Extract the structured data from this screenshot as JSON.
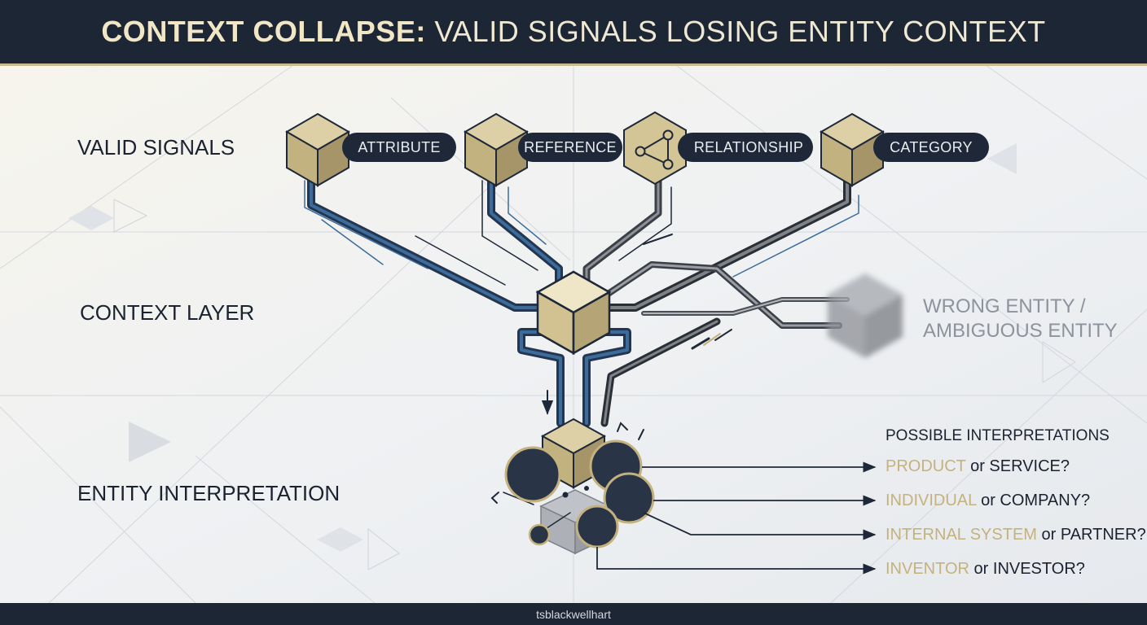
{
  "header": {
    "title_strong": "CONTEXT COLLAPSE:",
    "title_rest": " VALID SIGNALS LOSING ENTITY CONTEXT"
  },
  "rows": {
    "valid_signals": "VALID SIGNALS",
    "context_layer": "CONTEXT LAYER",
    "entity_interpretation": "ENTITY INTERPRETATION"
  },
  "signals": [
    {
      "label": "ATTRIBUTE",
      "icon": "cube-icon"
    },
    {
      "label": "REFERENCE",
      "icon": "cube-icon"
    },
    {
      "label": "RELATIONSHIP",
      "icon": "network-icon"
    },
    {
      "label": "CATEGORY",
      "icon": "cube-icon"
    }
  ],
  "wrong_entity": {
    "line1": "WRONG ENTITY /",
    "line2": "AMBIGUOUS ENTITY"
  },
  "interpretations": {
    "title": "POSSIBLE INTERPRETATIONS",
    "items": [
      {
        "first": "PRODUCT",
        "rest": " or SERVICE?"
      },
      {
        "first": "INDIVIDUAL",
        "rest": " or COMPANY?"
      },
      {
        "first": "INTERNAL SYSTEM",
        "rest": " or PARTNER?"
      },
      {
        "first": "INVENTOR",
        "rest": " or INVESTOR?"
      }
    ]
  },
  "footer": {
    "credit": "tsblackwellhart"
  },
  "colors": {
    "navy": "#1e2838",
    "gold": "#c4b27e",
    "cube_light": "#ddd0a6",
    "cube_mid": "#c2b280",
    "cube_dark": "#a59569",
    "blue_line": "#2f5a86",
    "gray_line": "#7b7f86"
  }
}
